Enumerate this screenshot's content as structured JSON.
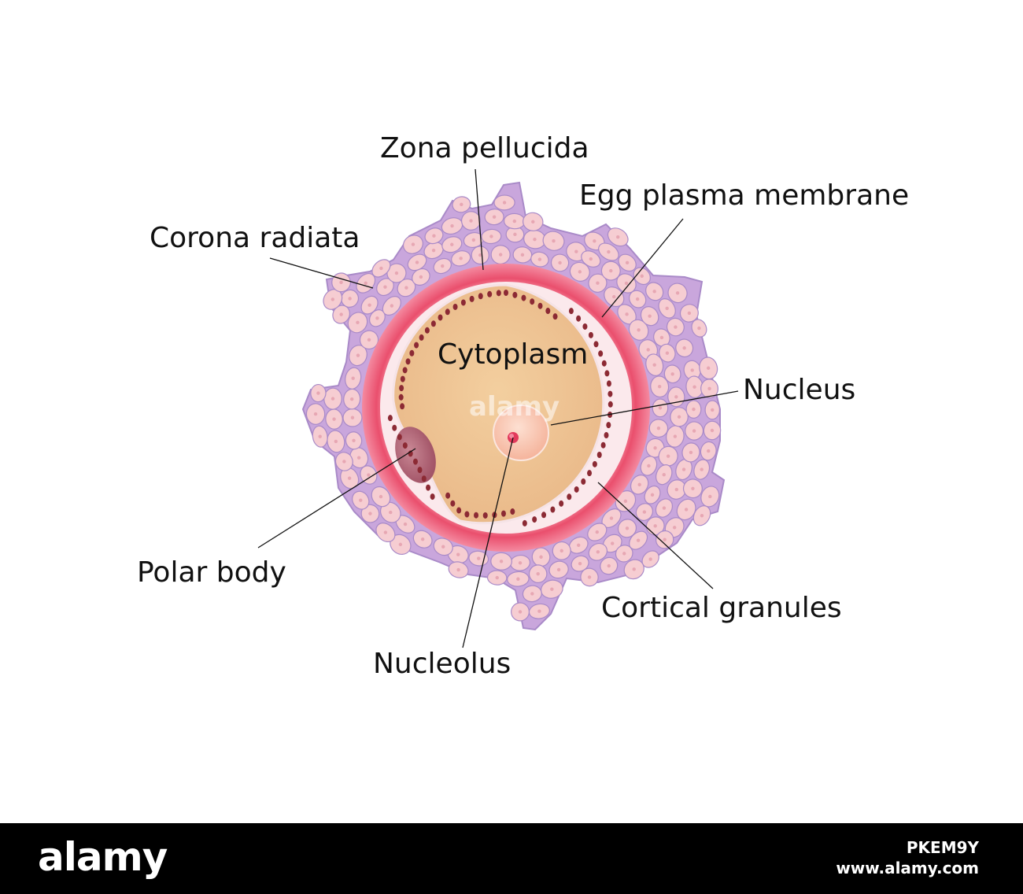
{
  "labels": {
    "zona_pellucida": "Zona pellucida",
    "egg_plasma_membrane": "Egg plasma membrane",
    "corona_radiata": "Corona radiata",
    "cytoplasm": "Cytoplasm",
    "nucleus": "Nucleus",
    "polar_body": "Polar body",
    "cortical_granules": "Cortical granules",
    "nucleolus": "Nucleolus"
  },
  "watermark": "alamy",
  "footer": {
    "logo": "alamy",
    "image_id": "PKEM9Y",
    "site": "www.alamy.com"
  },
  "colors": {
    "corona_cell_fill": "#f6cdd2",
    "corona_cell_stroke": "#a98ac8",
    "corona_background": "#c9a6dc",
    "zona_pellucida": "#e9546f",
    "cytoplasm": "#efc593",
    "cortical_granule": "#8c2a34",
    "nucleus": "#f7bba7",
    "nucleolus": "#e23a5c",
    "polar_body": "#b86c7c",
    "label_text": "#111111",
    "footer_background": "#000000"
  }
}
